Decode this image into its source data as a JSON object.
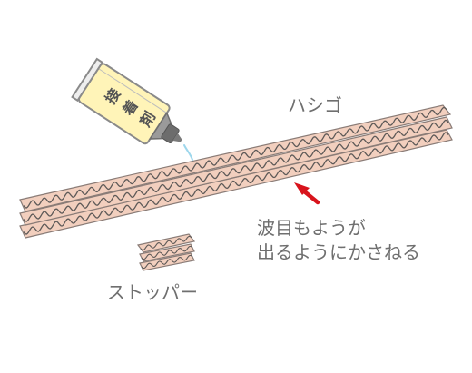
{
  "labels": {
    "ladder": "ハシゴ",
    "note_line1": "波目もようが",
    "note_line2": "出るようにかさねる",
    "stopper": "ストッパー"
  },
  "glue_tube": {
    "chars": [
      "接",
      "着",
      "剤"
    ]
  },
  "colors": {
    "cardboard_face": "#f2cfbe",
    "cardboard_edge": "#8a7c77",
    "arrow": "#d8141c",
    "tube_label": "#fff4b8",
    "text": "#6f6f6f"
  },
  "icons": {
    "arrow": "arrow-icon",
    "glue": "glue-tube-icon"
  }
}
